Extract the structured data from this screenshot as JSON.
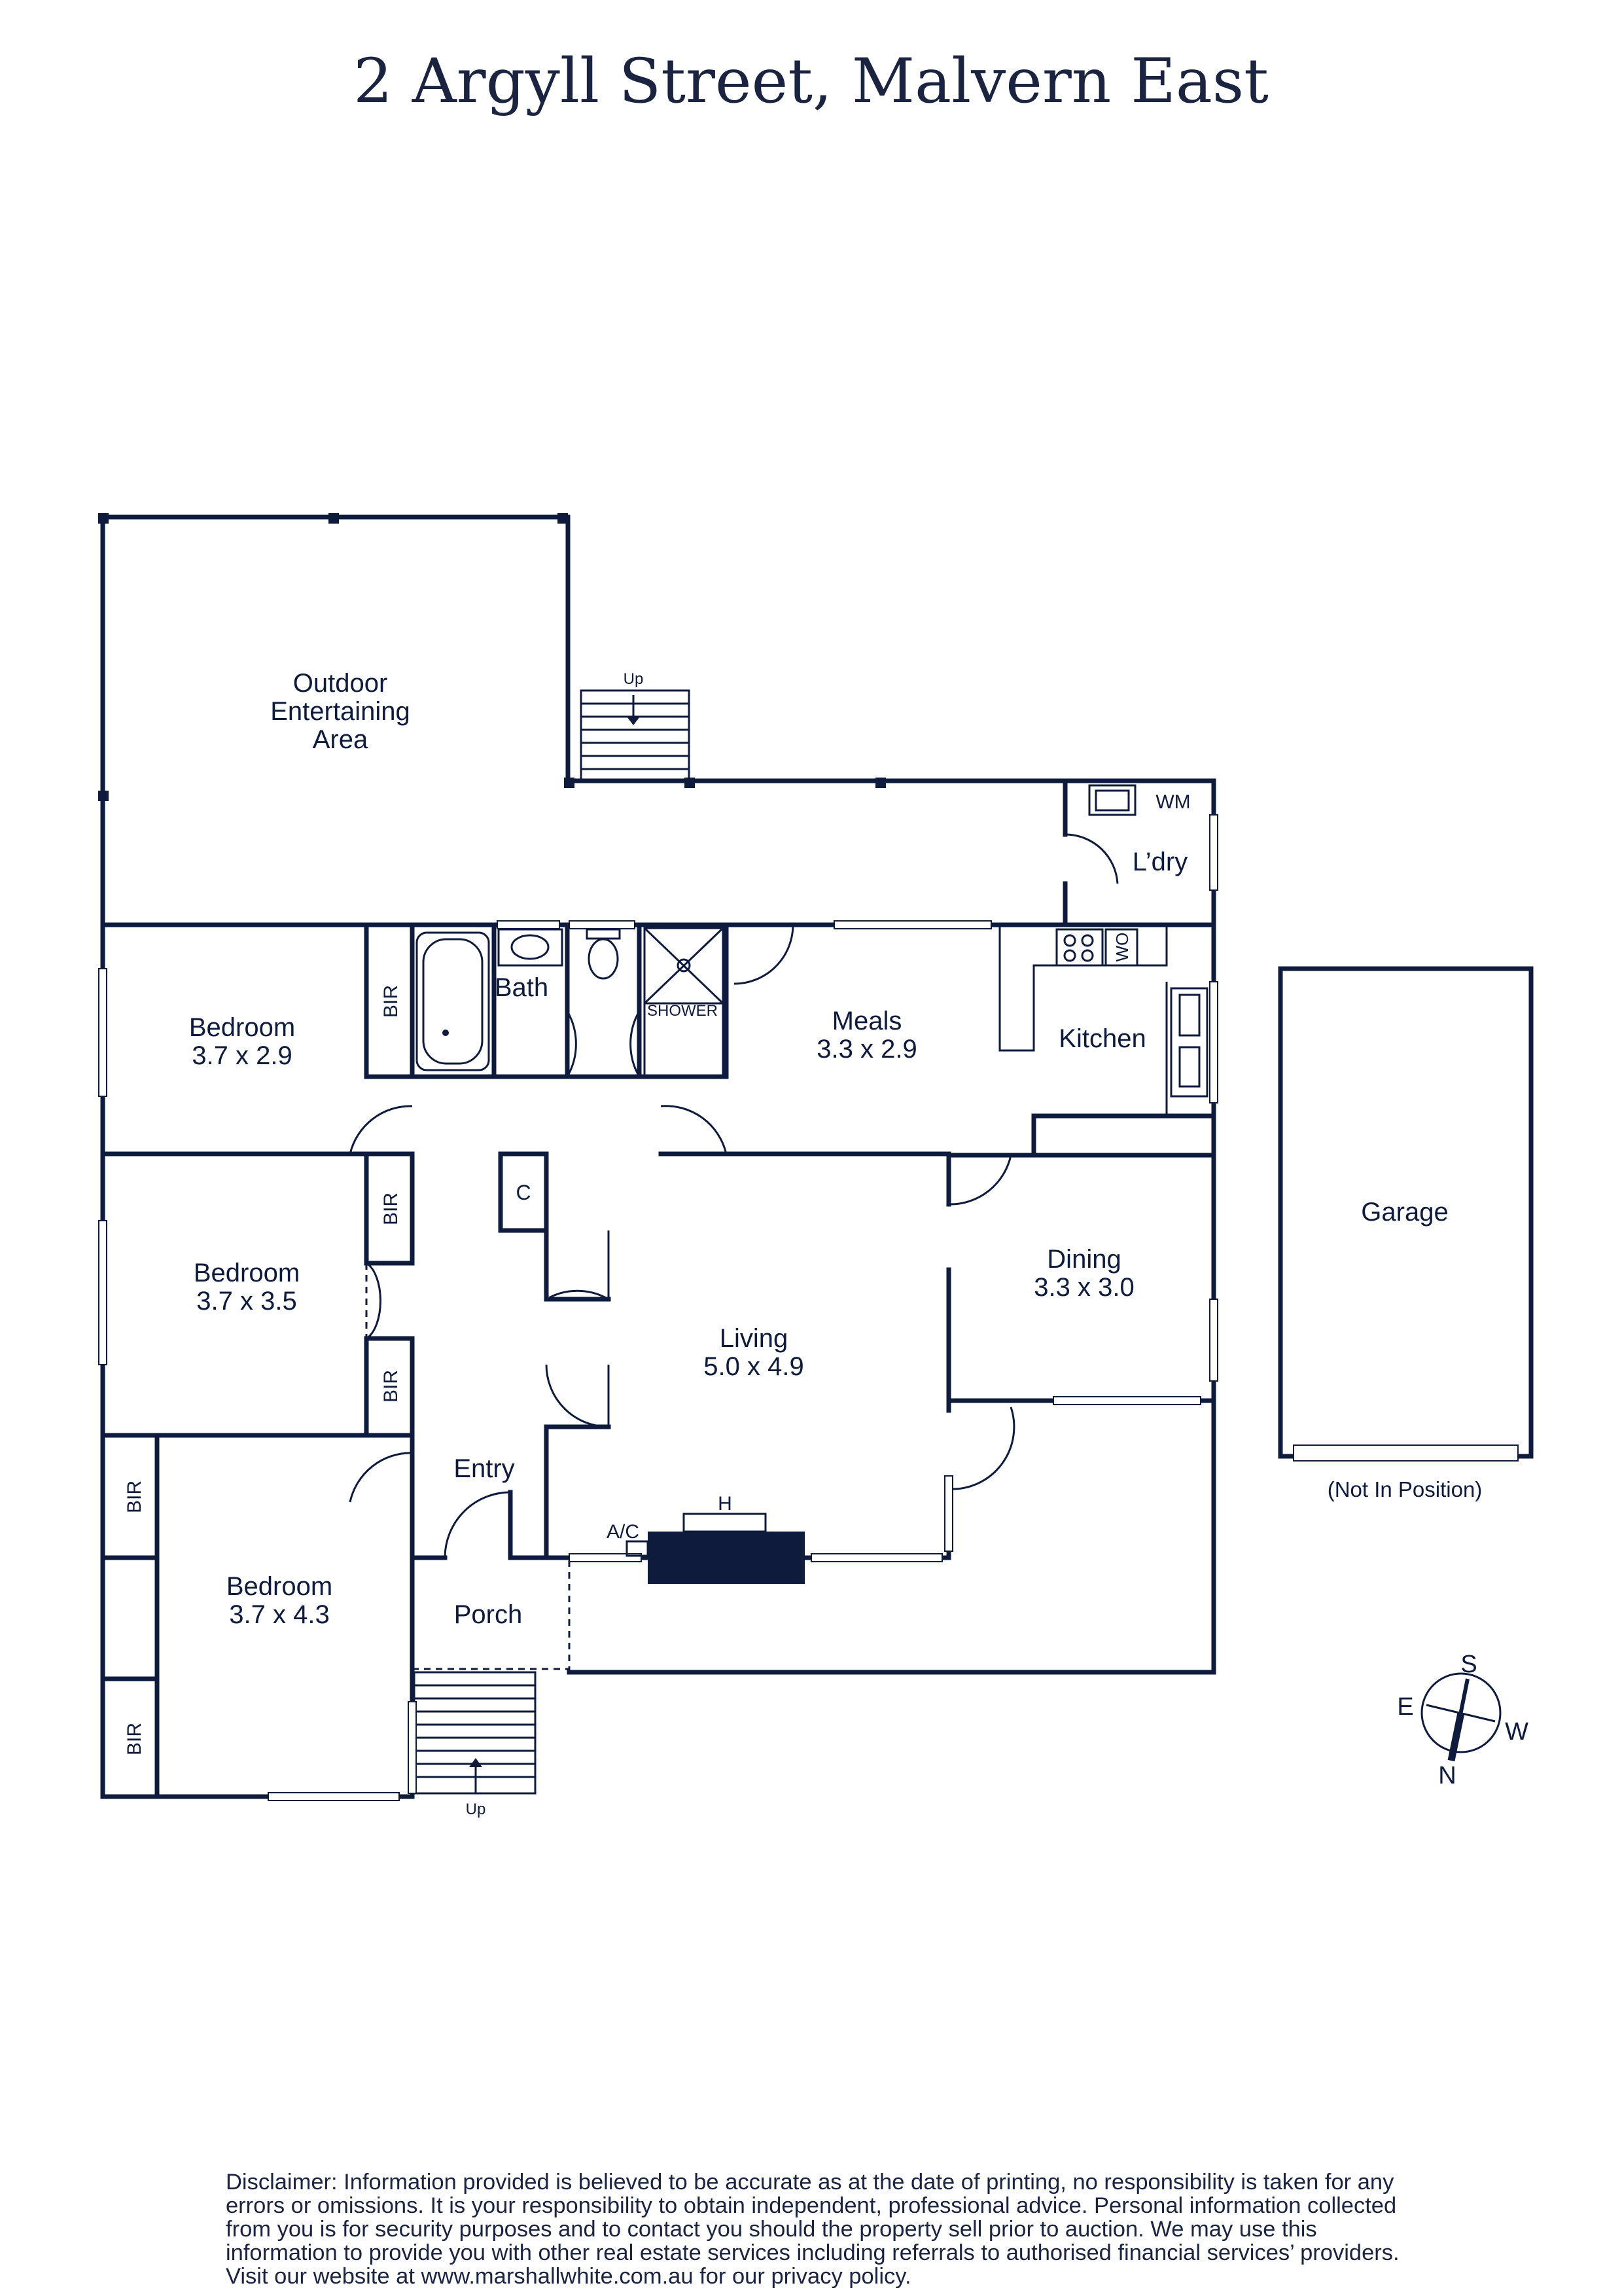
{
  "title": "2 Argyll Street, Malvern East",
  "rooms": {
    "outdoor_line1": "Outdoor",
    "outdoor_line2": "Entertaining",
    "outdoor_line3": "Area",
    "bed1_name": "Bedroom",
    "bed1_size": "3.7 x 2.9",
    "bed2_name": "Bedroom",
    "bed2_size": "3.7 x 3.5",
    "bed3_name": "Bedroom",
    "bed3_size": "3.7 x 4.3",
    "bath": "Bath",
    "shower": "SHOWER",
    "meals_name": "Meals",
    "meals_size": "3.3 x 2.9",
    "kitchen": "Kitchen",
    "laundry": "L’dry",
    "living_name": "Living",
    "living_size": "5.0 x 4.9",
    "dining_name": "Dining",
    "dining_size": "3.3 x 3.0",
    "entry": "Entry",
    "porch": "Porch",
    "garage": "Garage",
    "garage_note": "(Not In Position)"
  },
  "labels": {
    "bir": "BIR",
    "cupboard": "C",
    "up": "Up",
    "washing_machine": "WM",
    "wall_oven": "WO",
    "heater": "H",
    "air_con": "A/C"
  },
  "compass": {
    "s": "S",
    "e": "E",
    "w": "W",
    "n": "N"
  },
  "disclaimer": "Disclaimer: Information provided is believed to be accurate as at the date of printing, no responsibility is taken for any errors or omissions. It is your responsibility to obtain independent, professional advice. Personal information collected from you is for security purposes and to contact you should the property sell prior to auction. We may use this information to provide you with other real estate services including referrals to authorised financial services’ providers. Visit our website at www.marshallwhite.com.au for our privacy policy.",
  "colors": {
    "ink": "#0f1b3d",
    "background": "#ffffff"
  }
}
